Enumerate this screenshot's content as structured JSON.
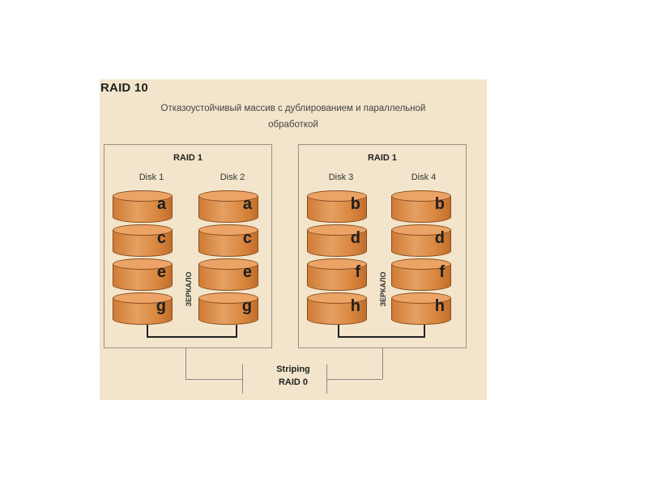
{
  "title": "RAID 10",
  "subtitle_line1": "Отказоустойчивый массив с дублированием и параллельной",
  "subtitle_line2": "обработкой",
  "groups": [
    {
      "label": "RAID 1",
      "mirror_label": "ЗЕРКАЛО",
      "disks": [
        {
          "label": "Disk 1",
          "blocks": [
            "a",
            "c",
            "e",
            "g"
          ]
        },
        {
          "label": "Disk 2",
          "blocks": [
            "a",
            "c",
            "e",
            "g"
          ]
        }
      ]
    },
    {
      "label": "RAID 1",
      "mirror_label": "ЗЕРКАЛО",
      "disks": [
        {
          "label": "Disk 3",
          "blocks": [
            "b",
            "d",
            "f",
            "h"
          ]
        },
        {
          "label": "Disk 4",
          "blocks": [
            "b",
            "d",
            "f",
            "h"
          ]
        }
      ]
    }
  ],
  "striping": {
    "line1": "Striping",
    "line2": "RAID 0"
  },
  "colors": {
    "disk": "#e09050",
    "background": "#f2e5cb",
    "connector": "#222222"
  }
}
